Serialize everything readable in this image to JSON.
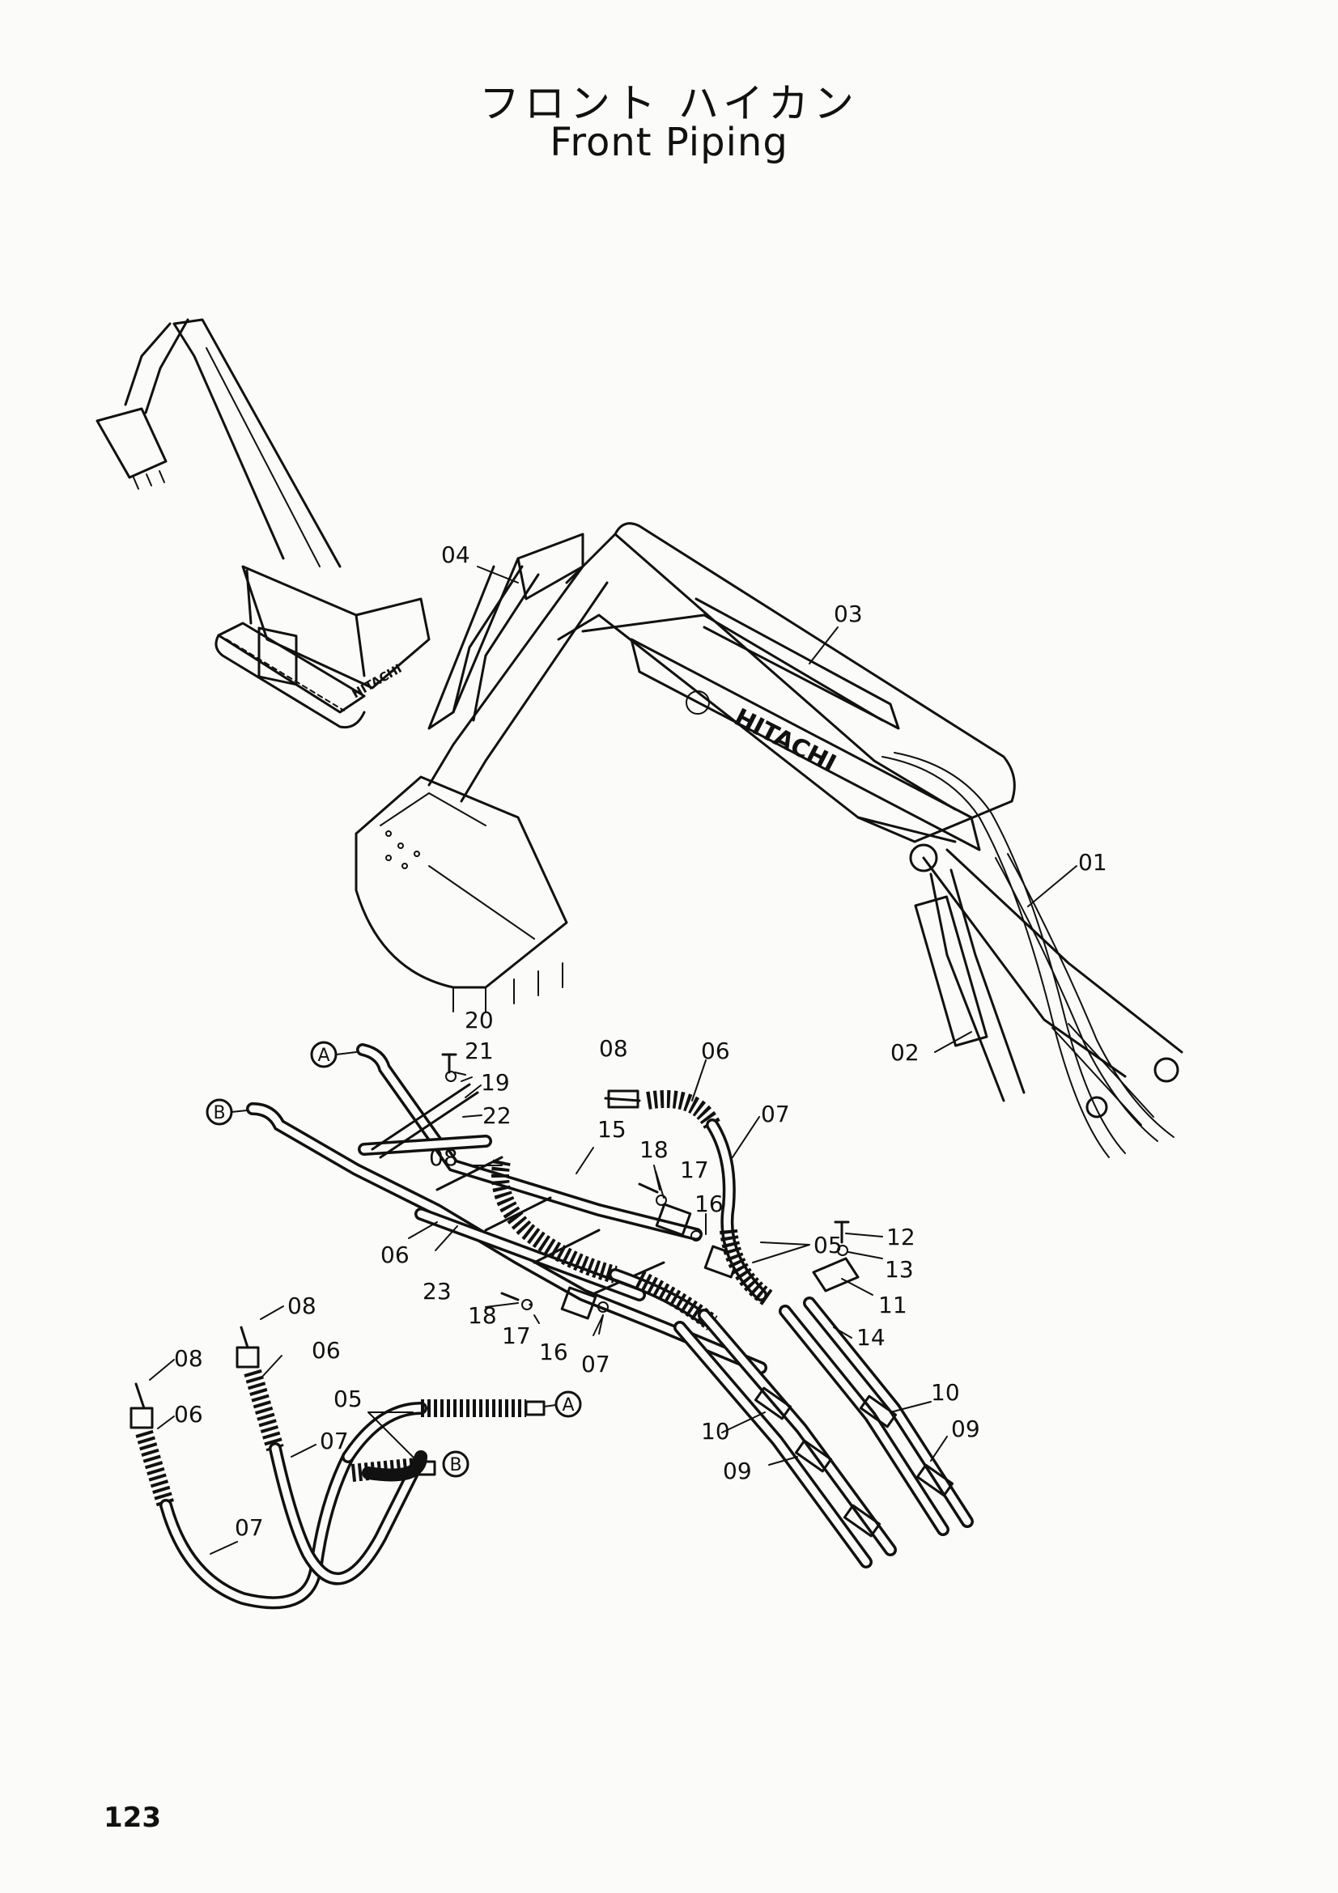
{
  "title": {
    "japanese": "フロント ハイカン",
    "english": "Front Piping"
  },
  "page_number": "123",
  "machine_logo": "HITACHI",
  "machine_small_logo": "HITACHI",
  "connection_markers": [
    "A",
    "B"
  ],
  "callouts": {
    "c01": "01",
    "c02": "02",
    "c03": "03",
    "c04": "04",
    "c05a": "05",
    "c05b": "05",
    "c06a": "06",
    "c06b": "06",
    "c06c": "06",
    "c06d": "06",
    "c07a": "07",
    "c07b": "07",
    "c07c": "07",
    "c07d": "07",
    "c08a": "08",
    "c08b": "08",
    "c08c": "08",
    "c08d": "08",
    "c09a": "09",
    "c09b": "09",
    "c10a": "10",
    "c10b": "10",
    "c11": "11",
    "c12": "12",
    "c13": "13",
    "c14": "14",
    "c15": "15",
    "c16a": "16",
    "c16b": "16",
    "c17a": "17",
    "c17b": "17",
    "c18a": "18",
    "c18b": "18",
    "c19": "19",
    "c20": "20",
    "c21": "21",
    "c22": "22",
    "c23": "23"
  }
}
